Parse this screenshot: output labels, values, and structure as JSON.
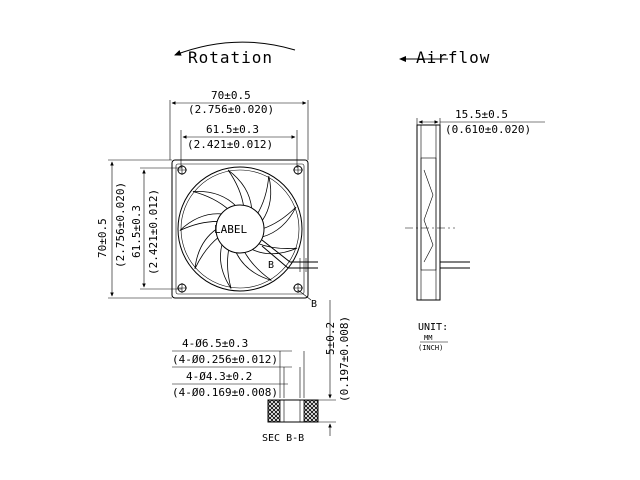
{
  "title_rotation": "Rotation",
  "title_airflow": "Airflow",
  "front": {
    "width_mm": "70±0.5",
    "width_in": "(2.756±0.020)",
    "hole_mm": "61.5±0.3",
    "hole_in": "(2.421±0.012)",
    "height_mm": "70±0.5",
    "height_in": "(2.756±0.020)",
    "vhole_mm": "61.5±0.3",
    "vhole_in": "(2.421±0.012)",
    "label": "LABEL",
    "marker_b": "B"
  },
  "side": {
    "depth_mm": "15.5±0.5",
    "depth_in": "(0.610±0.020)"
  },
  "section": {
    "d1_mm": "4-Ø6.5±0.3",
    "d1_in": "(4-Ø0.256±0.012)",
    "d2_mm": "4-Ø4.3±0.2",
    "d2_in": "(4-Ø0.169±0.008)",
    "t_mm": "5±0.2",
    "t_in": "(0.197±0.008)",
    "caption": "SEC B-B"
  },
  "unit": {
    "label": "UNIT:",
    "mm": "MM",
    "inch": "(INCH)"
  }
}
